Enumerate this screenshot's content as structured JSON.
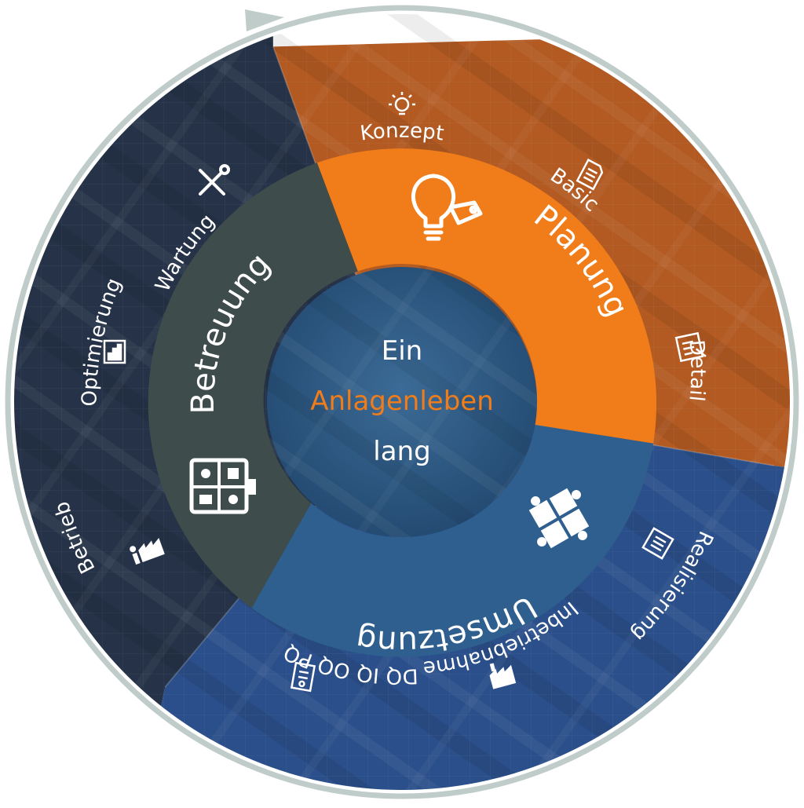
{
  "center": {
    "line1": "Ein",
    "line2": "Anlagenleben",
    "line3": "lang"
  },
  "phases": {
    "planung": "Planung",
    "umsetzung": "Umsetzung",
    "betreuung": "Betreuung"
  },
  "steps": {
    "konzept": "Konzept",
    "basic": "Basic",
    "detail": "Detail",
    "realisierung": "Realisierung",
    "inbetriebnahme": "Inbetriebnahme",
    "qualifizierung": "DQ IQ OQ PQ",
    "betrieb": "Betrieb",
    "optimierung": "Optimierung",
    "wartung": "Wartung"
  },
  "colors": {
    "planung": "#f07d19",
    "umsetzung": "#2e5f8e",
    "betreuung": "#3e4c4c",
    "outer_orange": "#b25a22",
    "outer_blue": "#2b4f8a",
    "outer_dark": "#253247",
    "center": "#2c5a86",
    "ring_arrow": "#bfccca",
    "center_highlight": "#f07d19"
  },
  "icons": {
    "planung": "lightbulb-tag-icon",
    "umsetzung": "puzzle-icon",
    "betreuung": "control-panel-icon",
    "konzept": "lightbulb-icon",
    "basic": "document-icon",
    "detail": "blueprint-icon",
    "realisierung": "checklist-icon",
    "inbetriebnahme": "factory-icon",
    "qualifizierung": "clipboard-icon",
    "betrieb": "factory-worker-icon",
    "optimierung": "bar-chart-icon",
    "wartung": "tools-icon"
  }
}
